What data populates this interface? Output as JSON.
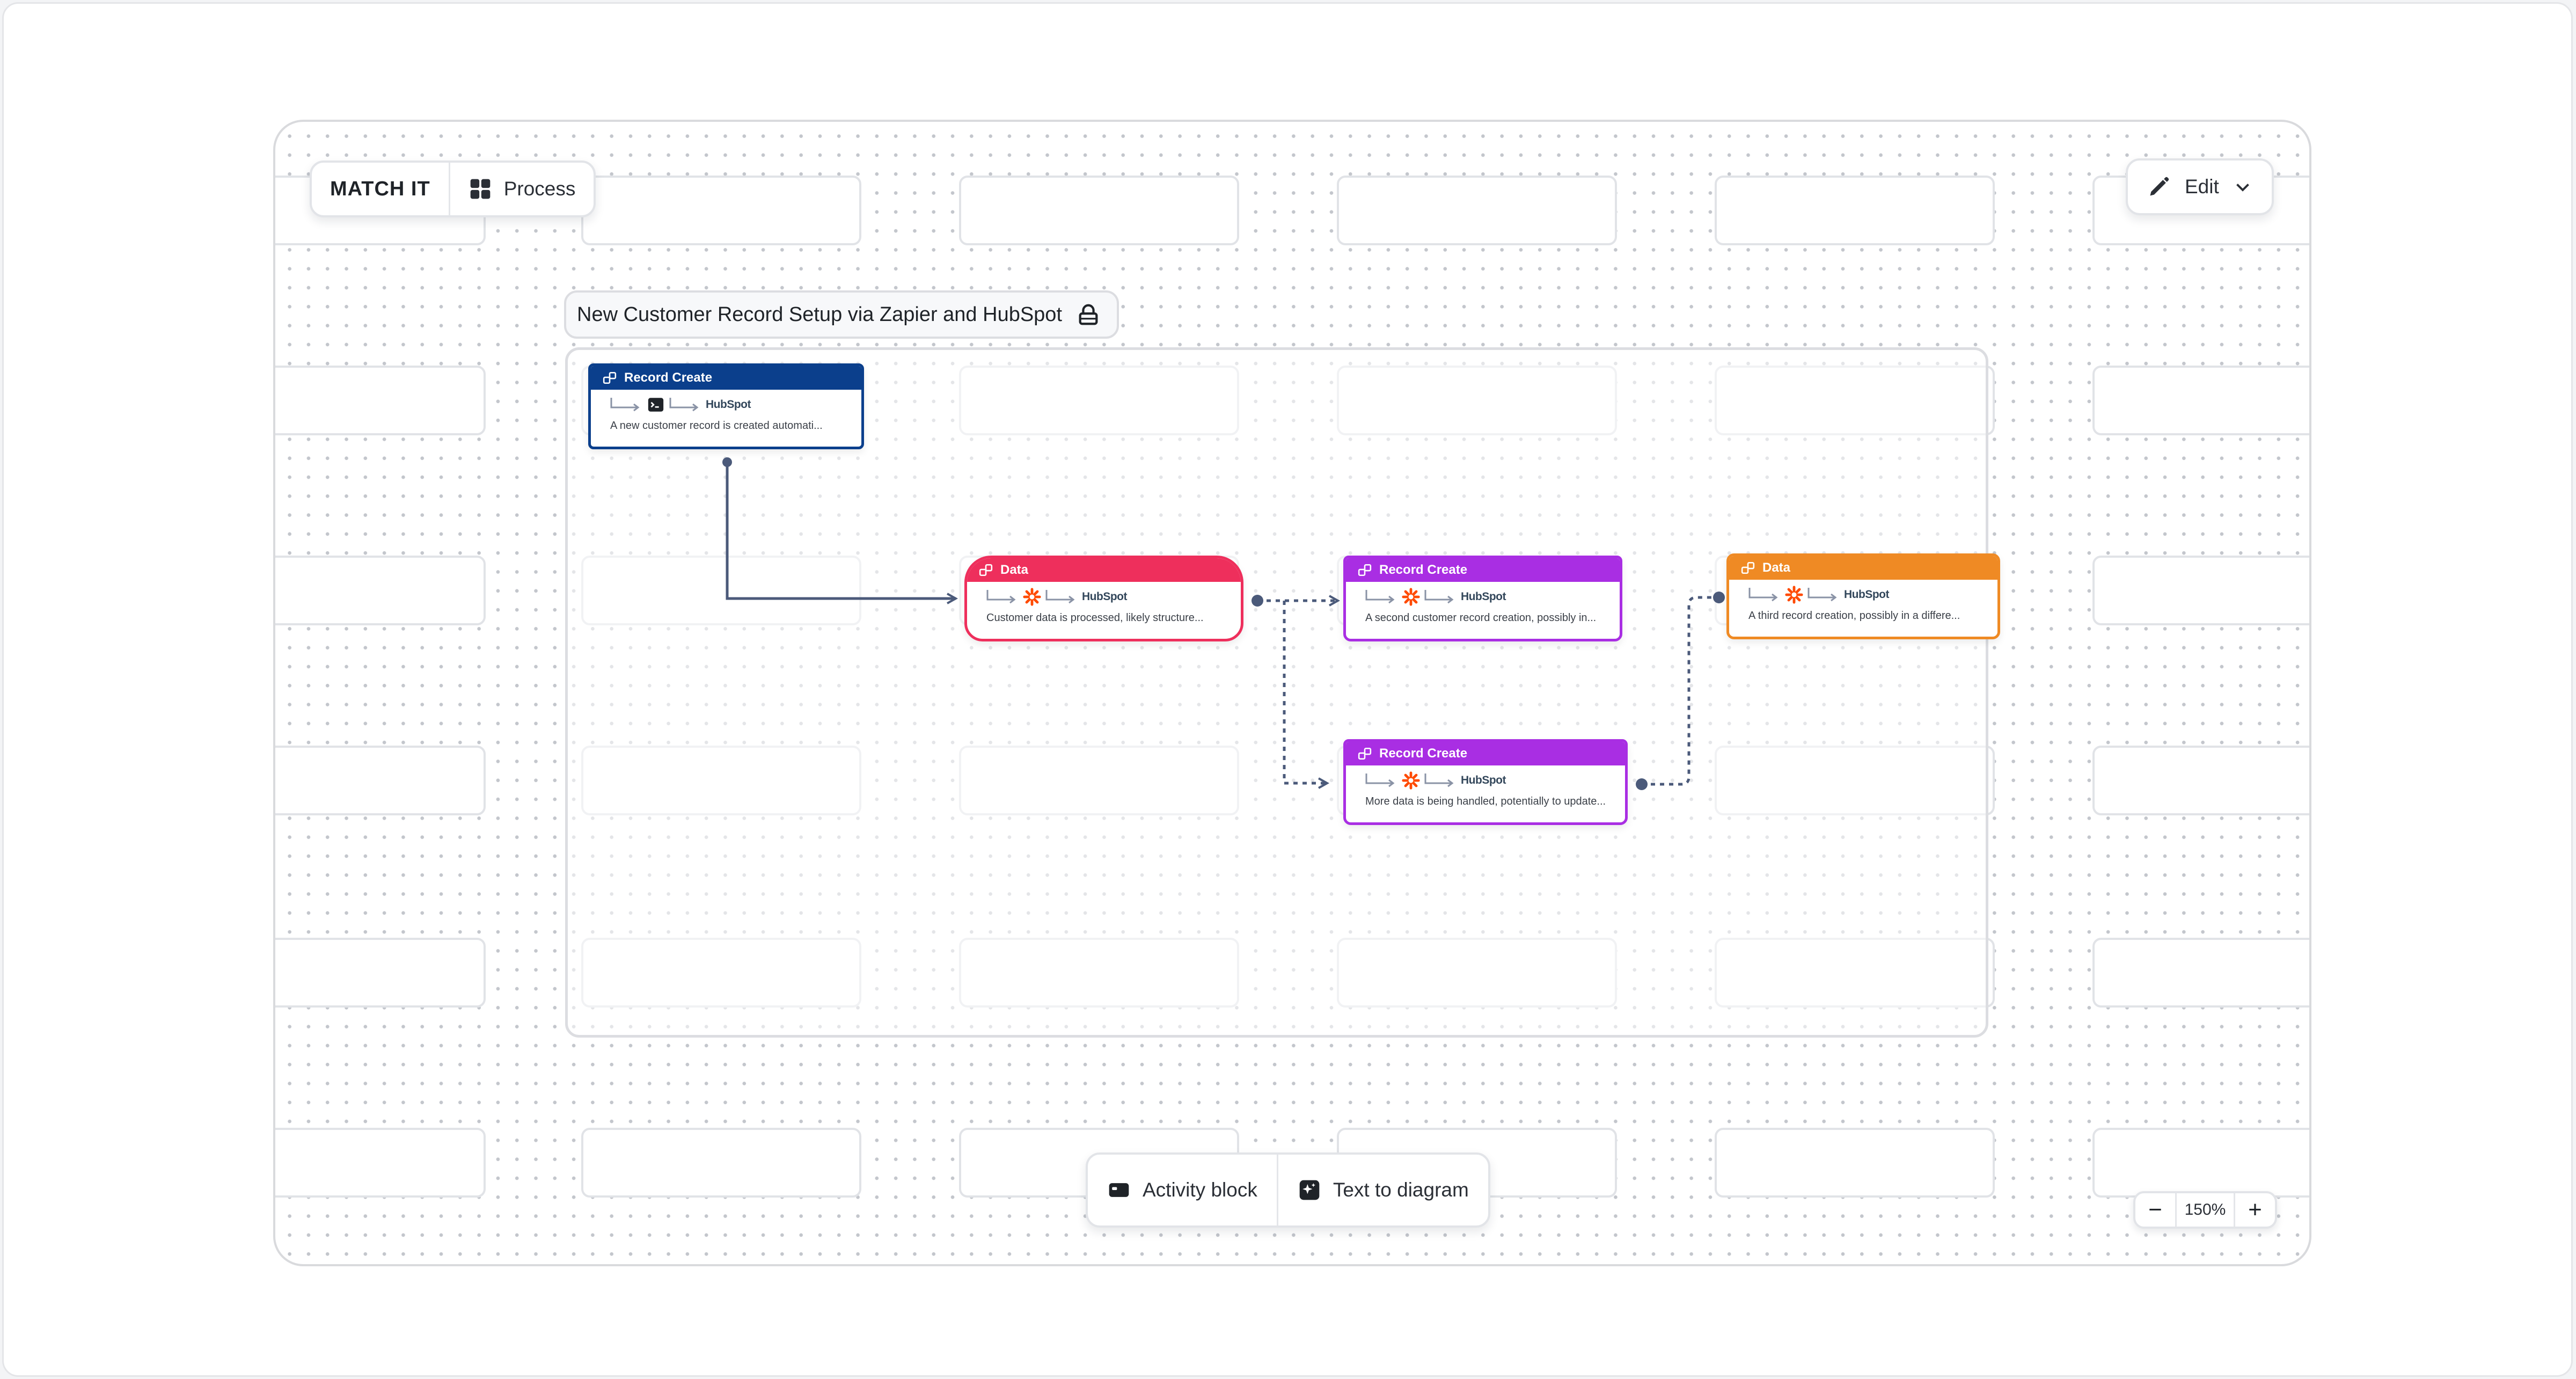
{
  "app": {
    "brand": "MATCH IT",
    "mode_label": "Process",
    "edit_label": "Edit"
  },
  "group": {
    "title": "New Customer Record Setup via Zapier and HubSpot"
  },
  "nodes": [
    {
      "id": "n1",
      "title": "Record Create",
      "color": "#0b3f8c",
      "source_icon": "terminal-icon",
      "target": "HubSpot",
      "description": "A new customer record is created automati..."
    },
    {
      "id": "n2",
      "title": "Data",
      "color": "#ee2f5c",
      "source_icon": "zapier-icon",
      "target": "HubSpot",
      "description": "Customer data is processed, likely structure..."
    },
    {
      "id": "n3",
      "title": "Record Create",
      "color": "#a92ee3",
      "source_icon": "zapier-icon",
      "target": "HubSpot",
      "description": "A second customer record creation, possibly in..."
    },
    {
      "id": "n4",
      "title": "Record Create",
      "color": "#a92ee3",
      "source_icon": "zapier-icon",
      "target": "HubSpot",
      "description": "More data is being handled, potentially to update..."
    },
    {
      "id": "n5",
      "title": "Data",
      "color": "#ef8a24",
      "source_icon": "zapier-icon",
      "target": "HubSpot",
      "description": "A third record creation, possibly in a differe..."
    }
  ],
  "edges": [
    {
      "from": "n1",
      "to": "n2",
      "style": "solid"
    },
    {
      "from": "n2",
      "to": "n3",
      "style": "dashed"
    },
    {
      "from": "n2",
      "to": "n4",
      "style": "dashed"
    },
    {
      "from": "n4",
      "to": "n5",
      "style": "dashed"
    }
  ],
  "bottom_toolbar": {
    "activity_block": "Activity block",
    "text_to_diagram": "Text to diagram"
  },
  "zoom": {
    "minus": "−",
    "value": "150%",
    "plus": "+"
  }
}
